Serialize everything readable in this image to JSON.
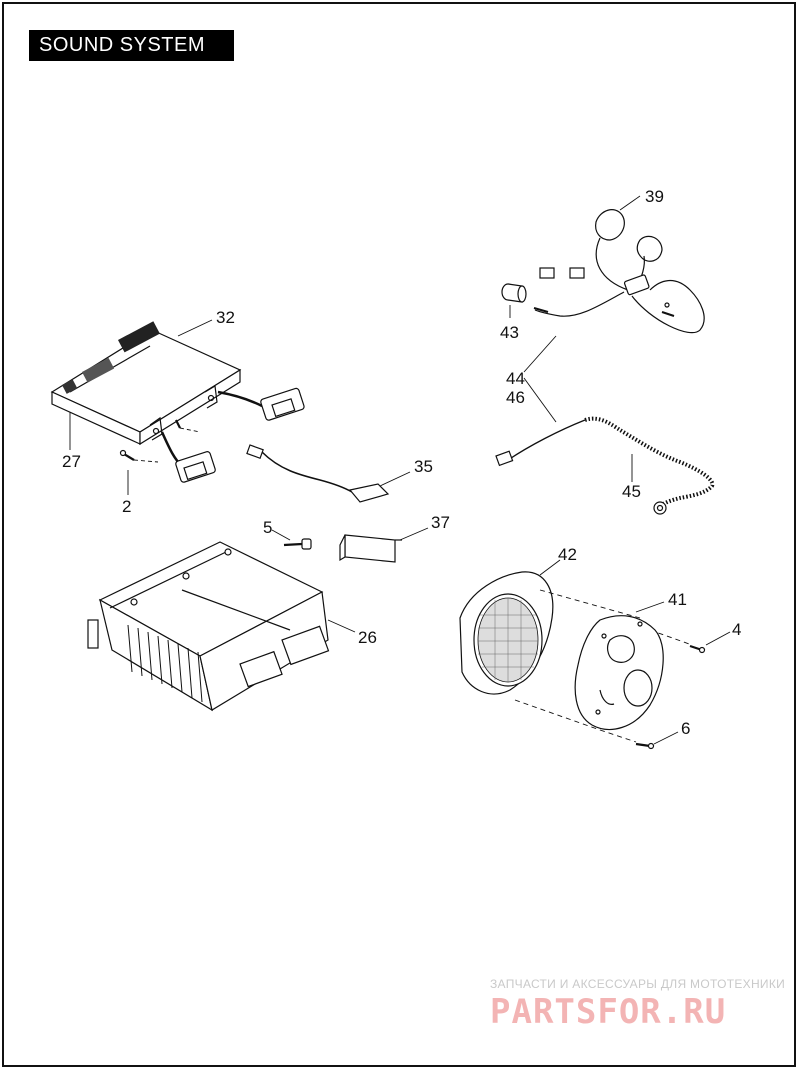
{
  "title": "SOUND SYSTEM",
  "callouts": {
    "c39": "39",
    "c43": "43",
    "c44": "44",
    "c46": "46",
    "c45": "45",
    "c32": "32",
    "c27": "27",
    "c2": "2",
    "c35": "35",
    "c5": "5",
    "c37": "37",
    "c26": "26",
    "c42": "42",
    "c41": "41",
    "c4": "4",
    "c6": "6"
  },
  "watermark": {
    "tagline": "ЗАПЧАСТИ И АКСЕССУАРЫ ДЛЯ МОТОТЕХНИКИ",
    "brand": "PARTSFOR.RU"
  },
  "colors": {
    "line": "#111111",
    "watermark_brand": "#f3b4b4",
    "watermark_text": "#c9c9c9"
  }
}
